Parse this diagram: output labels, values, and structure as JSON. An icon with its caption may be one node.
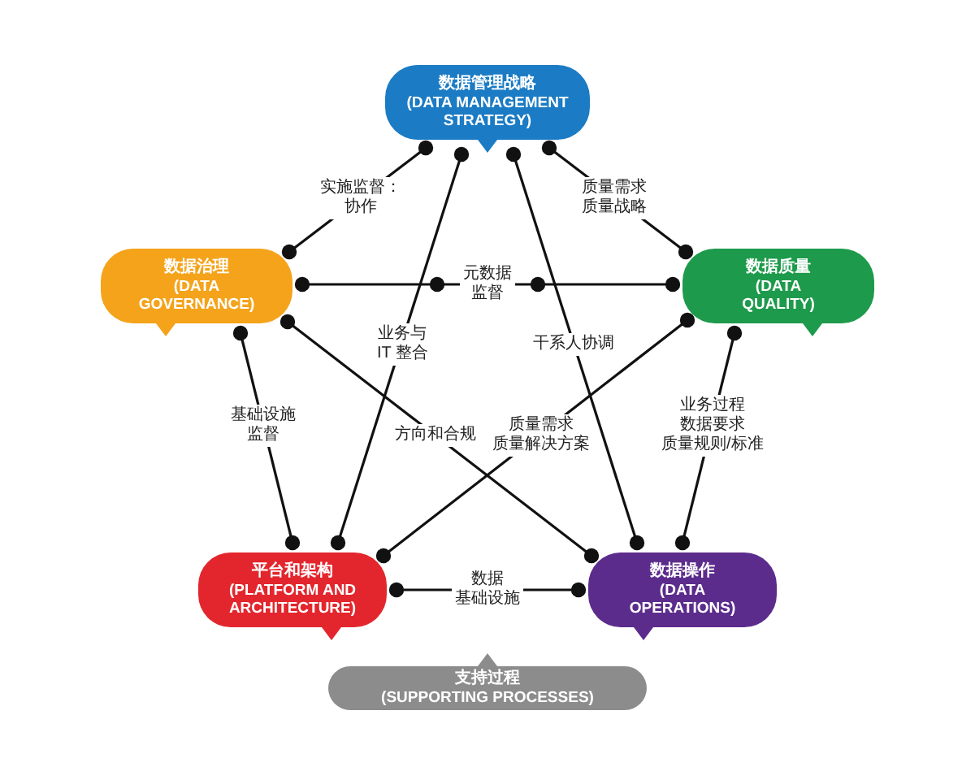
{
  "diagram": {
    "nodes": [
      {
        "text": [
          "数据管理战略",
          "(DATA MANAGEMENT STRATEGY)"
        ]
      },
      {
        "text": [
          "数据治理",
          "(DATA GOVERNANCE)"
        ]
      },
      {
        "text": [
          "数据质量",
          "(DATA QUALITY)"
        ]
      },
      {
        "text": [
          "平台和架构",
          "(PLATFORM AND ARCHITECTURE)"
        ]
      },
      {
        "text": [
          "数据操作",
          "(DATA OPERATIONS)"
        ]
      },
      {
        "text": [
          "支持过程",
          "(SUPPORTING PROCESSES)"
        ]
      }
    ],
    "edges": [
      {
        "from": 0,
        "to": 1,
        "arrow": "other",
        "label": "实施监督：协作"
      },
      {
        "from": 0,
        "to": 2,
        "arrow": "other",
        "label": "质量需求质量战略"
      },
      {
        "from": 1,
        "to": 2,
        "arrow": "other",
        "label": "元数据监督"
      },
      {
        "from": 0,
        "to": 3,
        "arrow": "other",
        "label": "业务与IT 整合"
      },
      {
        "from": 0,
        "to": 4,
        "arrow": "other",
        "label": "干系人协调"
      },
      {
        "from": 1,
        "to": 3,
        "arrow": "other",
        "label": "基础设施监督"
      },
      {
        "from": 1,
        "to": 4,
        "arrow": "other",
        "label": "方向和合规"
      },
      {
        "from": 2,
        "to": 3,
        "arrow": "other",
        "label": "质量需求质量解决方案"
      },
      {
        "from": 2,
        "to": 4,
        "arrow": "other",
        "label": "业务过程数据要求质量规则/标准"
      },
      {
        "from": 3,
        "to": 4,
        "arrow": "other",
        "label": "数据基础设施"
      }
    ]
  }
}
